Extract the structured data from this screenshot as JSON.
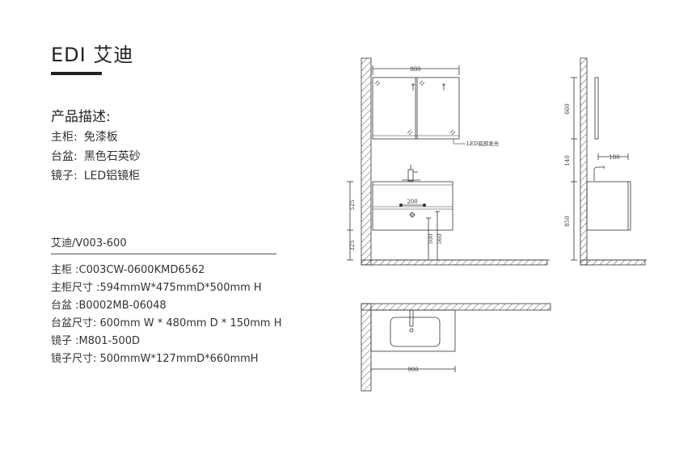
{
  "header": {
    "title": "EDI 艾迪"
  },
  "description": {
    "heading": "产品描述:",
    "items": [
      {
        "label": "主柜:",
        "value": "免漆板"
      },
      {
        "label": "台盆:",
        "value": "黑色石英砂"
      },
      {
        "label": "镜子:",
        "value": "LED铝镜柜"
      }
    ]
  },
  "model": {
    "code": "艾迪/V003-600"
  },
  "specs": [
    "主柜 :C003CW-0600KMD6562",
    "主柜尺寸 :594mmW*475mmD*500mm H",
    "台盆 :B0002MB-06048",
    "台盆尺寸:  600mm W * 480mm D * 150mm H",
    "镜子 :M801-500D",
    "镜子尺寸:  500mmW*127mmD*660mmH"
  ],
  "drawings": {
    "front": {
      "width": "880",
      "basin_spacing": "200",
      "h_upper": "525",
      "h_lower": "325",
      "h_500": "500",
      "h_560": "560",
      "led_note": "LED底部发光"
    },
    "side": {
      "mirror_height": "660",
      "gap": "140",
      "depth": "180",
      "height_850": "850"
    },
    "top": {
      "width": "900"
    }
  },
  "colors": {
    "line": "#333333",
    "accent": "#222222"
  }
}
